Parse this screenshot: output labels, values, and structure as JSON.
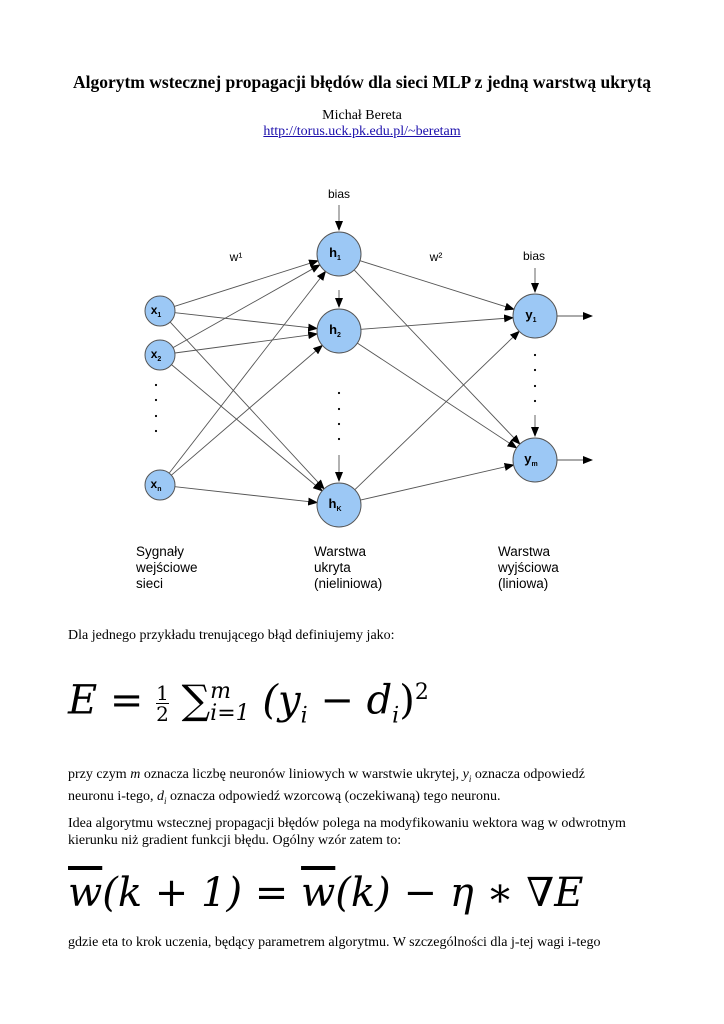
{
  "header": {
    "title": "Algorytm wstecznej propagacji błędów dla sieci MLP z jedną warstwą ukrytą",
    "author": "Michał Bereta",
    "url": "http://torus.uck.pk.edu.pl/~beretam"
  },
  "diagram": {
    "node_color": "#9cc8f5",
    "input_nodes": [
      "x1",
      "x2",
      "xn"
    ],
    "input_labels": [
      {
        "base": "x",
        "sub": "1"
      },
      {
        "base": "x",
        "sub": "2"
      },
      {
        "base": "x",
        "sub": "n"
      }
    ],
    "hidden_labels": [
      {
        "base": "h",
        "sub": "1"
      },
      {
        "base": "h",
        "sub": "2"
      },
      {
        "base": "h",
        "sub": "K"
      }
    ],
    "output_labels": [
      {
        "base": "y",
        "sub": "1"
      },
      {
        "base": "y",
        "sub": "m"
      }
    ],
    "bias_label": "bias",
    "w1_label": "w¹",
    "w2_label": "w²",
    "captions": {
      "input": [
        "Sygnały",
        "wejściowe",
        "sieci"
      ],
      "hidden": [
        "Warstwa",
        "ukryta",
        "(nieliniowa)"
      ],
      "output": [
        "Warstwa",
        "wyjściowa",
        "(liniowa)"
      ]
    }
  },
  "body": {
    "p1": "Dla jednego przykładu trenującego błąd definiujemy jako:",
    "formula1": {
      "lhs": "E",
      "eq": "=",
      "frac_num": "1",
      "frac_den": "2",
      "sum": "∑",
      "sum_sup": "m",
      "sum_sub": "i=1",
      "term": "(y",
      "term_sub": "i",
      "minus": "−",
      "d": "d",
      "d_sub": "i",
      "close": ")",
      "power": "2"
    },
    "p2_parts": [
      "przy czym ",
      "m",
      " oznacza liczbę neuronów liniowych w warstwie ukrytej, ",
      "y",
      "i",
      " oznacza odpowiedź"
    ],
    "p2_line2_parts": [
      "neuronu i-tego, ",
      "d",
      "i",
      " oznacza odpowiedź wzorcową (oczekiwaną) tego neuronu."
    ],
    "p3_line1": "Idea algorytmu wstecznej propagacji błędów polega na modyfikowaniu wektora wag w odwrotnym",
    "p3_line2": "kierunku niż gradient funkcji błędu. Ogólny wzór zatem to:",
    "formula2": "w(k + 1) = w(k) − η ∗ ∇E",
    "formula2_parts": {
      "w1": "w",
      "a1": "(k + 1) = ",
      "w2": "w",
      "a2": "(k) − η ∗ ∇E"
    },
    "p4": "gdzie eta to krok uczenia, będący parametrem algorytmu. W szczególności dla j-tej wagi i-tego"
  }
}
